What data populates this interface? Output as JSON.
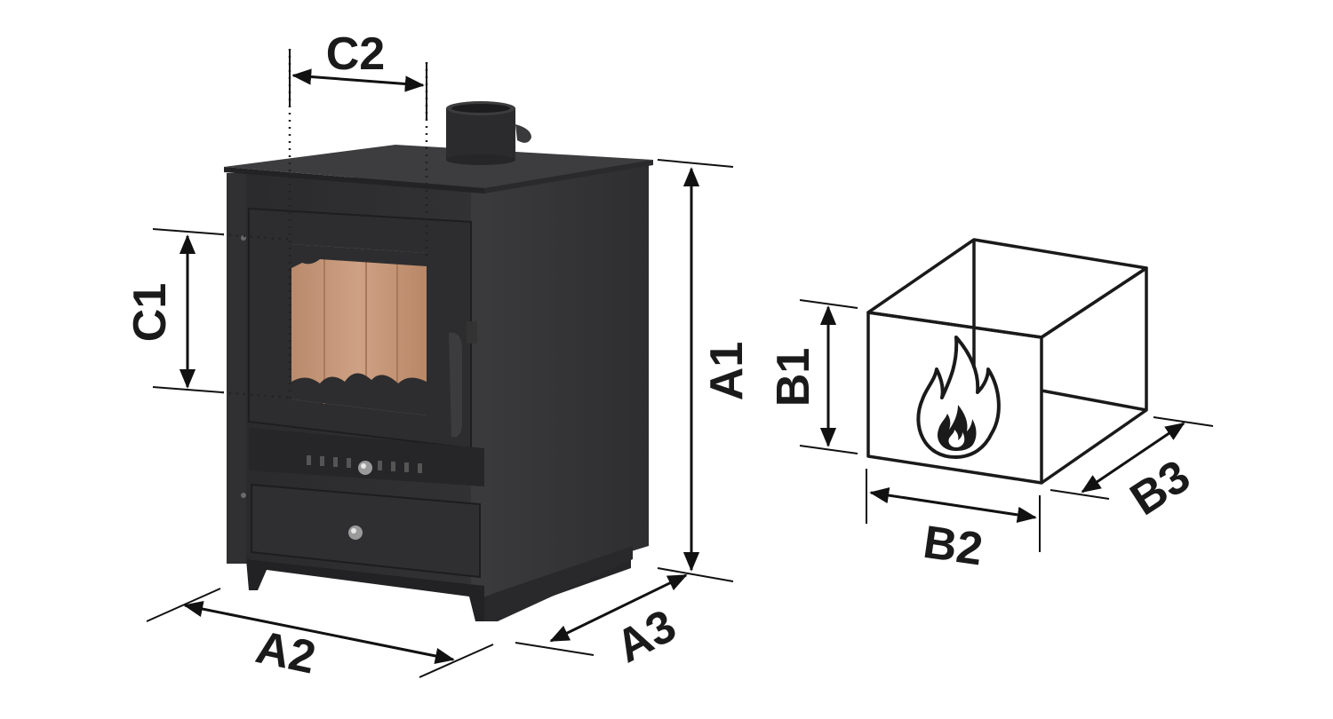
{
  "labels": {
    "c2": "C2",
    "c1": "C1",
    "a1": "A1",
    "a2": "A2",
    "a3": "A3",
    "b1": "B1",
    "b2": "B2",
    "b3": "B3"
  },
  "icons": {
    "stove": "wood-stove-icon",
    "firebox": "firebox-cube-icon",
    "flame": "flame-icon"
  },
  "colors": {
    "stove_body": "#2b2b2d",
    "stove_side": "#353537",
    "stove_top": "#3d3d3f",
    "firebrick": "#c49070",
    "ink": "#111111"
  }
}
